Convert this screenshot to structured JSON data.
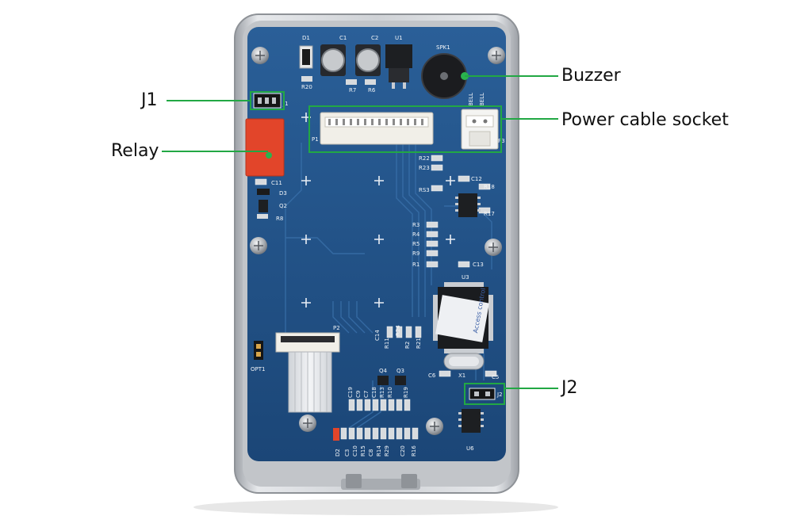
{
  "callouts": {
    "j1": "J1",
    "relay": "Relay",
    "buzzer": "Buzzer",
    "power_socket": "Power cable socket",
    "j2": "J2"
  },
  "board_silkscreen": {
    "d1": "D1",
    "c1": "C1",
    "c2": "C2",
    "u1": "U1",
    "spk1": "SPK1",
    "r20": "R20",
    "r7": "R7",
    "r6": "R6",
    "j1": "J1",
    "p1": "P1",
    "p3": "P3",
    "bell1": "BELL",
    "bell2": "BELL",
    "r22": "R22",
    "r23": "R23",
    "rs3": "RS3",
    "c12": "C12",
    "r18": "R18",
    "r17": "R17",
    "c11": "C11",
    "d3": "D3",
    "q2": "Q2",
    "r8": "R8",
    "r3": "R3",
    "r4": "R4",
    "r5": "R5",
    "r9": "R9",
    "r1": "R1",
    "c13": "C13",
    "u3": "U3",
    "p2": "P2",
    "opt1": "OPT1",
    "c14": "C14",
    "r11": "R11",
    "r24": "R24",
    "r2": "R2",
    "r21": "R21",
    "q4": "Q4",
    "q3": "Q3",
    "c6": "C6",
    "x1": "X1",
    "c5": "C5",
    "j2": "J2",
    "u6": "U6",
    "d2": "D2",
    "c19": "C19",
    "c9": "C9",
    "c7": "C7",
    "c18": "C18",
    "r13": "R13",
    "r10": "R10",
    "r19": "R19",
    "c3": "C3",
    "c10": "C10",
    "r15": "R15",
    "c8": "C8",
    "r14": "R14",
    "r29": "R29",
    "c20": "C20",
    "r16": "R16",
    "access_control": "Access control"
  },
  "colors": {
    "callout_line": "#22a844",
    "board_blue": "#1f4f85",
    "relay_red": "#e2452a",
    "frame_silver": "#c9ccd1"
  }
}
